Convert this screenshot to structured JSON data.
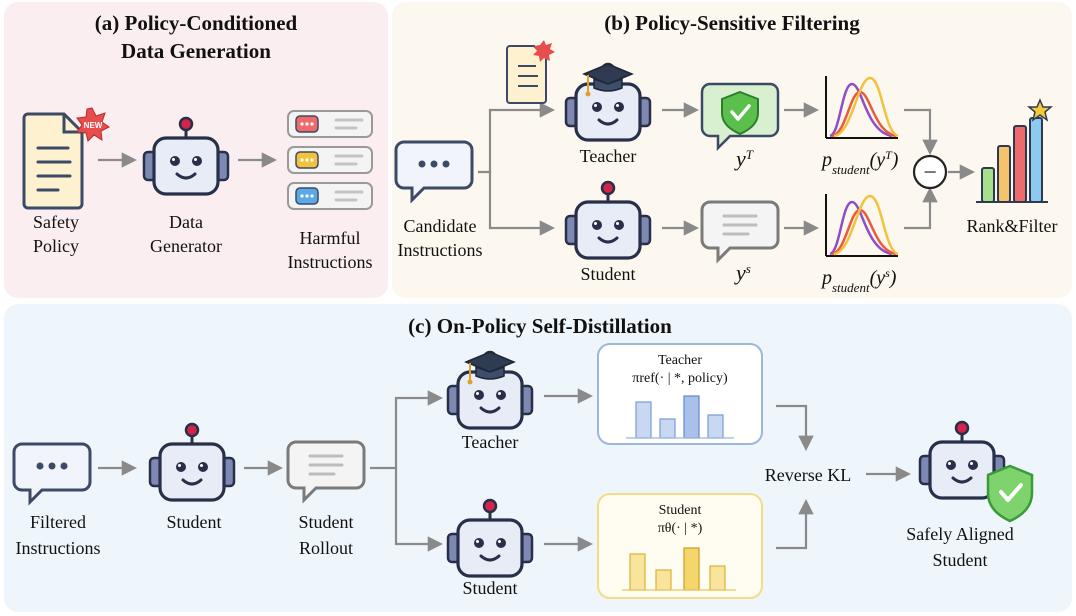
{
  "panels": {
    "a": {
      "title_line1": "(a) Policy-Conditioned",
      "title_line2": "Data Generation",
      "doc_badge": "NEW",
      "safety_policy_line1": "Safety",
      "safety_policy_line2": "Policy",
      "data_generator_line1": "Data",
      "data_generator_line2": "Generator",
      "harmful_line1": "Harmful",
      "harmful_line2": "Instructions"
    },
    "b": {
      "title": "(b) Policy-Sensitive Filtering",
      "candidate_line1": "Candidate",
      "candidate_line2": "Instructions",
      "teacher_label": "Teacher",
      "student_label": "Student",
      "y_teacher_base": "y",
      "y_teacher_sup": "T",
      "y_student_base": "y",
      "y_student_sup": "s",
      "p_base": "p",
      "p_sub": "student",
      "p_teacher_arg": "(y",
      "p_teacher_sup": "T",
      "p_teacher_close": ")",
      "p_student_arg": "(y",
      "p_student_sup": "s",
      "p_student_close": ")",
      "minus": "−",
      "rank_filter": "Rank&Filter"
    },
    "c": {
      "title": "(c) On-Policy Self-Distillation",
      "filtered_line1": "Filtered",
      "filtered_line2": "Instructions",
      "student_label": "Student",
      "rollout_line1": "Student",
      "rollout_line2": "Rollout",
      "teacher_label": "Teacher",
      "student_bottom_label": "Student",
      "teacher_box_title": "Teacher",
      "teacher_box_formula": "πref(· | *, policy)",
      "student_box_title": "Student",
      "student_box_formula": "πθ(· | *)",
      "reverse_kl": "Reverse KL",
      "aligned_line1": "Safely Aligned",
      "aligned_line2": "Student"
    }
  },
  "colors": {
    "panel_a_bg": "#fbeef0",
    "panel_b_bg": "#fdf8ef",
    "panel_c_bg": "#eef6fb",
    "robot_face": "#e8ecf7",
    "robot_dark": "#283049",
    "robot_ear": "#7d89b3",
    "antenna": "#d6234b",
    "shield_green": "#5bbf4c",
    "teacher_bar": "#a9c1ea",
    "student_bar": "#f5d66c",
    "teacher_box_border": "#9ab8de",
    "student_box_border": "#f2dc8a"
  },
  "icons": {
    "robot": "robot-icon",
    "document": "document-icon",
    "chat": "chat-bubble-icon",
    "shield": "shield-check-icon",
    "grad_cap": "graduation-cap-icon",
    "distribution": "distribution-curves-icon",
    "rank": "rank-bars-icon"
  }
}
